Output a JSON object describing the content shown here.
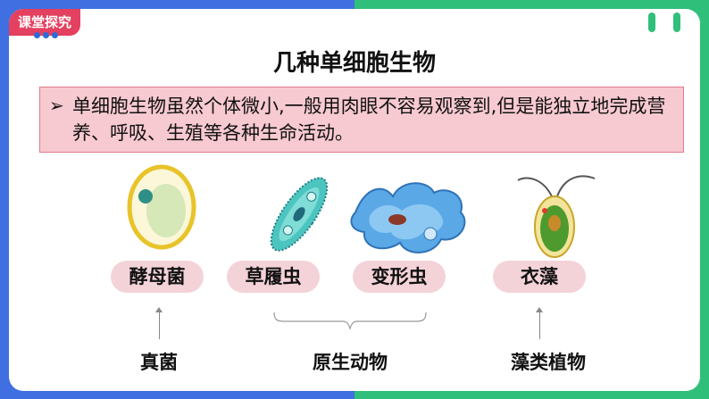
{
  "tag": {
    "label": "课堂探究"
  },
  "title": "几种单细胞生物",
  "info": {
    "marker": "➢",
    "text": "单细胞生物虽然个体微小,一般用肉眼不容易观察到,但是能独立地完成营养、呼吸、生殖等各种生命活动。"
  },
  "organisms": [
    {
      "name": "酵母菌",
      "icon": "yeast-cell"
    },
    {
      "name": "草履虫",
      "icon": "paramecium"
    },
    {
      "name": "变形虫",
      "icon": "amoeba"
    },
    {
      "name": "衣藻",
      "icon": "chlamydomonas"
    }
  ],
  "categories": [
    {
      "name": "真菌"
    },
    {
      "name": "原生动物"
    },
    {
      "name": "藻类植物"
    }
  ],
  "colors": {
    "frame_left": "#3f6fe0",
    "frame_right": "#2fbf7a",
    "tag": "#e4405f",
    "info_bg": "#f7c9d0",
    "pill_bg": "#f4d3d8"
  }
}
